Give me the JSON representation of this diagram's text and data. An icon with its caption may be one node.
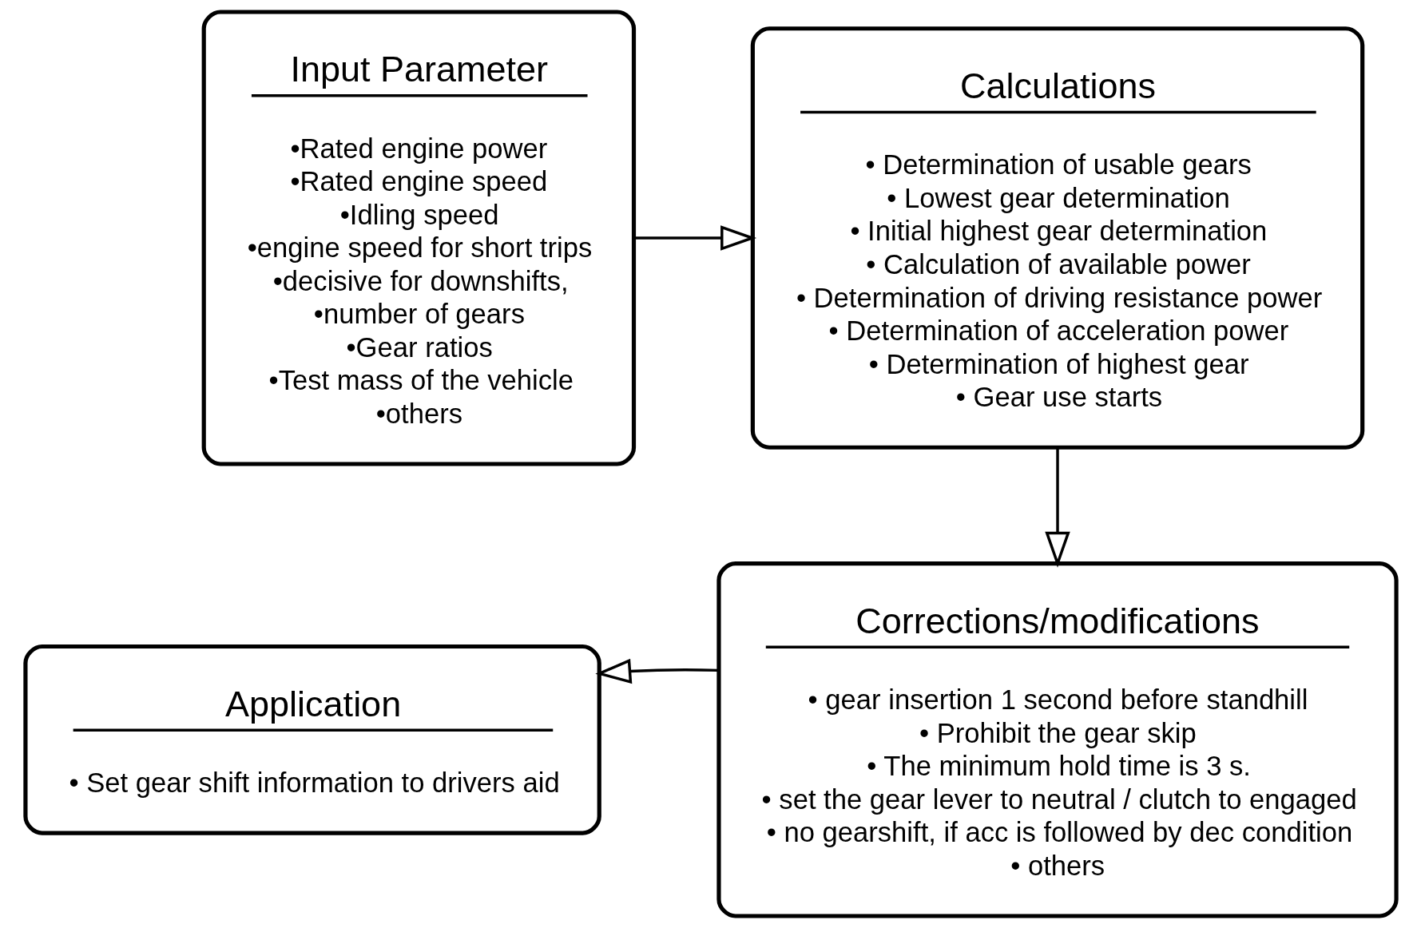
{
  "diagram": {
    "nodes": [
      {
        "text": [
          "Input Parameter",
          "•Rated engine power",
          "•Rated engine speed",
          "•Idling speed",
          "•engine speed for short trips",
          "•decisive for downshifts,",
          "•number of gears",
          "•Gear ratios",
          "•Test mass of the vehicle",
          "•others"
        ]
      },
      {
        "text": [
          "Calculations",
          "• Determination of usable gears",
          "• Lowest gear determination",
          "• Initial highest gear determination",
          "• Calculation of available power",
          "• Determination of driving resistance power",
          "• Determination of acceleration power",
          "• Determination of highest gear",
          "• Gear use starts"
        ]
      },
      {
        "text": [
          "Corrections/modifications",
          "• gear insertion 1 second before standhill",
          "• Prohibit the gear skip",
          "• The minimum hold time is 3 s.",
          "• set the gear lever to neutral / clutch to engaged",
          "• no gearshift, if acc is followed by dec condition",
          "• others"
        ]
      },
      {
        "text": [
          "Application",
          "• Set gear shift information to drivers aid"
        ]
      }
    ],
    "edges": [
      {
        "from": 0,
        "to": 1,
        "arrow": "to"
      },
      {
        "from": 1,
        "to": 2,
        "arrow": "to"
      },
      {
        "from": 2,
        "to": 3,
        "arrow": "to"
      }
    ]
  }
}
